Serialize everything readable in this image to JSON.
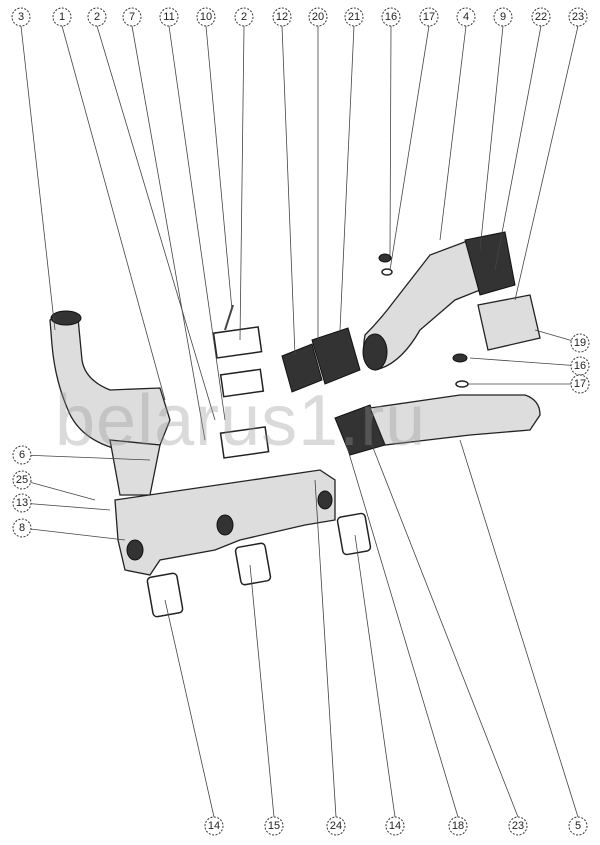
{
  "diagram": {
    "title_watermark": "belarus1.ru",
    "callouts_top": [
      "3",
      "1",
      "2",
      "7",
      "11",
      "10",
      "2",
      "12",
      "20",
      "21",
      "16",
      "17",
      "4",
      "9",
      "22",
      "23"
    ],
    "callouts_right": [
      "19",
      "16",
      "17"
    ],
    "callouts_left": [
      "6",
      "25",
      "13",
      "8"
    ],
    "callouts_bottom": [
      "14",
      "15",
      "24",
      "14",
      "18",
      "23",
      "5"
    ]
  }
}
